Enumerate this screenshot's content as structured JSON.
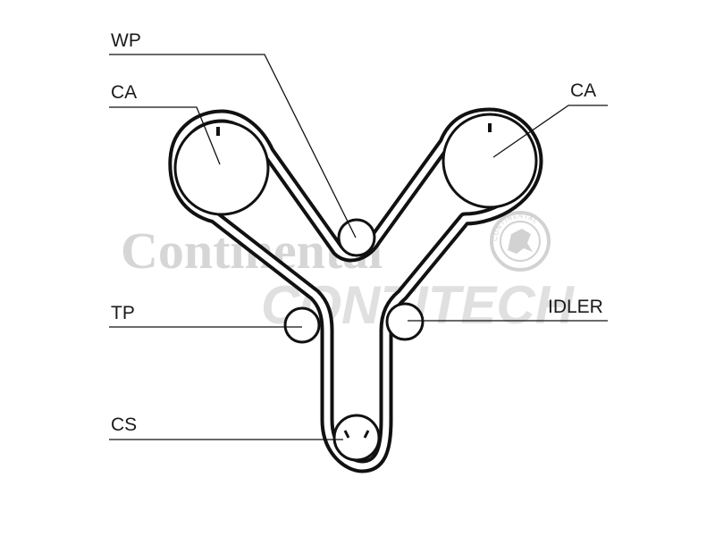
{
  "labels": {
    "wp": "WP",
    "ca_left": "CA",
    "ca_right": "CA",
    "tp": "TP",
    "idler": "IDLER",
    "cs": "CS"
  },
  "watermark": {
    "brand": "Continental",
    "sub": "CONTITECH",
    "seal": "CONTINENTAL"
  },
  "colors": {
    "belt": "#111111",
    "watermark": "#d6d6d6"
  }
}
